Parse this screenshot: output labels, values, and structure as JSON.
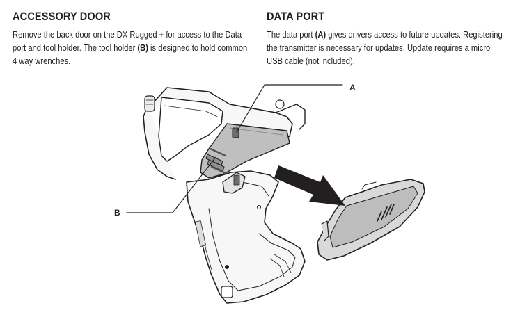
{
  "accessory_door": {
    "heading": "ACCESSORY DOOR",
    "text_1": "Remove the back door on the DX Rugged + for access to the Data port and tool holder. The tool holder ",
    "ref": "(B)",
    "text_2": " is designed to hold common 4 way wrenches."
  },
  "data_port": {
    "heading": "DATA PORT",
    "text_1": "The data port ",
    "ref": "(A)",
    "text_2": " gives drivers access to future updates. Registering the transmitter is necessary for updates. Update requires a micro USB cable (not included)."
  },
  "figure": {
    "label_a": "A",
    "label_b": "B"
  }
}
